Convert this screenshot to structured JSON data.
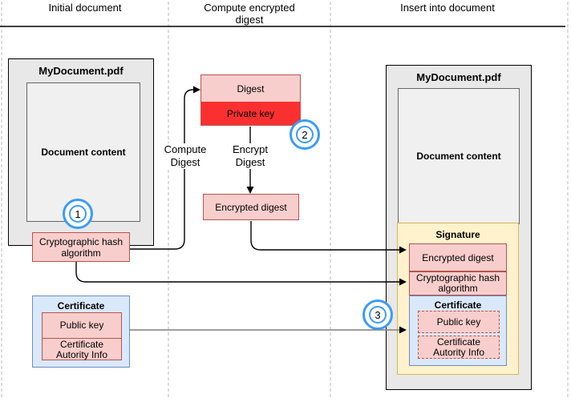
{
  "header": {
    "col1": "Initial document",
    "col2": "Compute encrypted digest",
    "col3": "Insert into document"
  },
  "document": {
    "title": "MyDocument.pdf",
    "content_label": "Document content"
  },
  "hash_algorithm": {
    "line1": "Cryptographic hash",
    "line2": "algorithm"
  },
  "certificate": {
    "title": "Certificate",
    "public_key": "Public key",
    "authority_line1": "Certificate",
    "authority_line2": "Autority Info"
  },
  "digest_unit": {
    "digest": "Digest",
    "private_key": "Private key"
  },
  "labels": {
    "encrypted_digest": "Encrypted digest",
    "signature_title": "Signature"
  },
  "flow_labels": {
    "compute": "Compute Digest",
    "encrypt": "Encrypt Digest"
  },
  "steps": {
    "one": "1",
    "two": "2",
    "three": "3"
  },
  "colors": {
    "pink_fill": "#f8cecc",
    "pink_stroke": "#b85450",
    "red_fill": "#fa3030",
    "blue_fill": "#dae8fc",
    "blue_stroke": "#6c8ebf",
    "yellow_fill": "#fff2cc",
    "yellow_stroke": "#d6b656",
    "doc_gray_fill": "#e8e8e8",
    "badge_blue": "#3b9cf5",
    "divider_gray": "#b8b8b8",
    "gray_connector": "#7f7f7f"
  }
}
